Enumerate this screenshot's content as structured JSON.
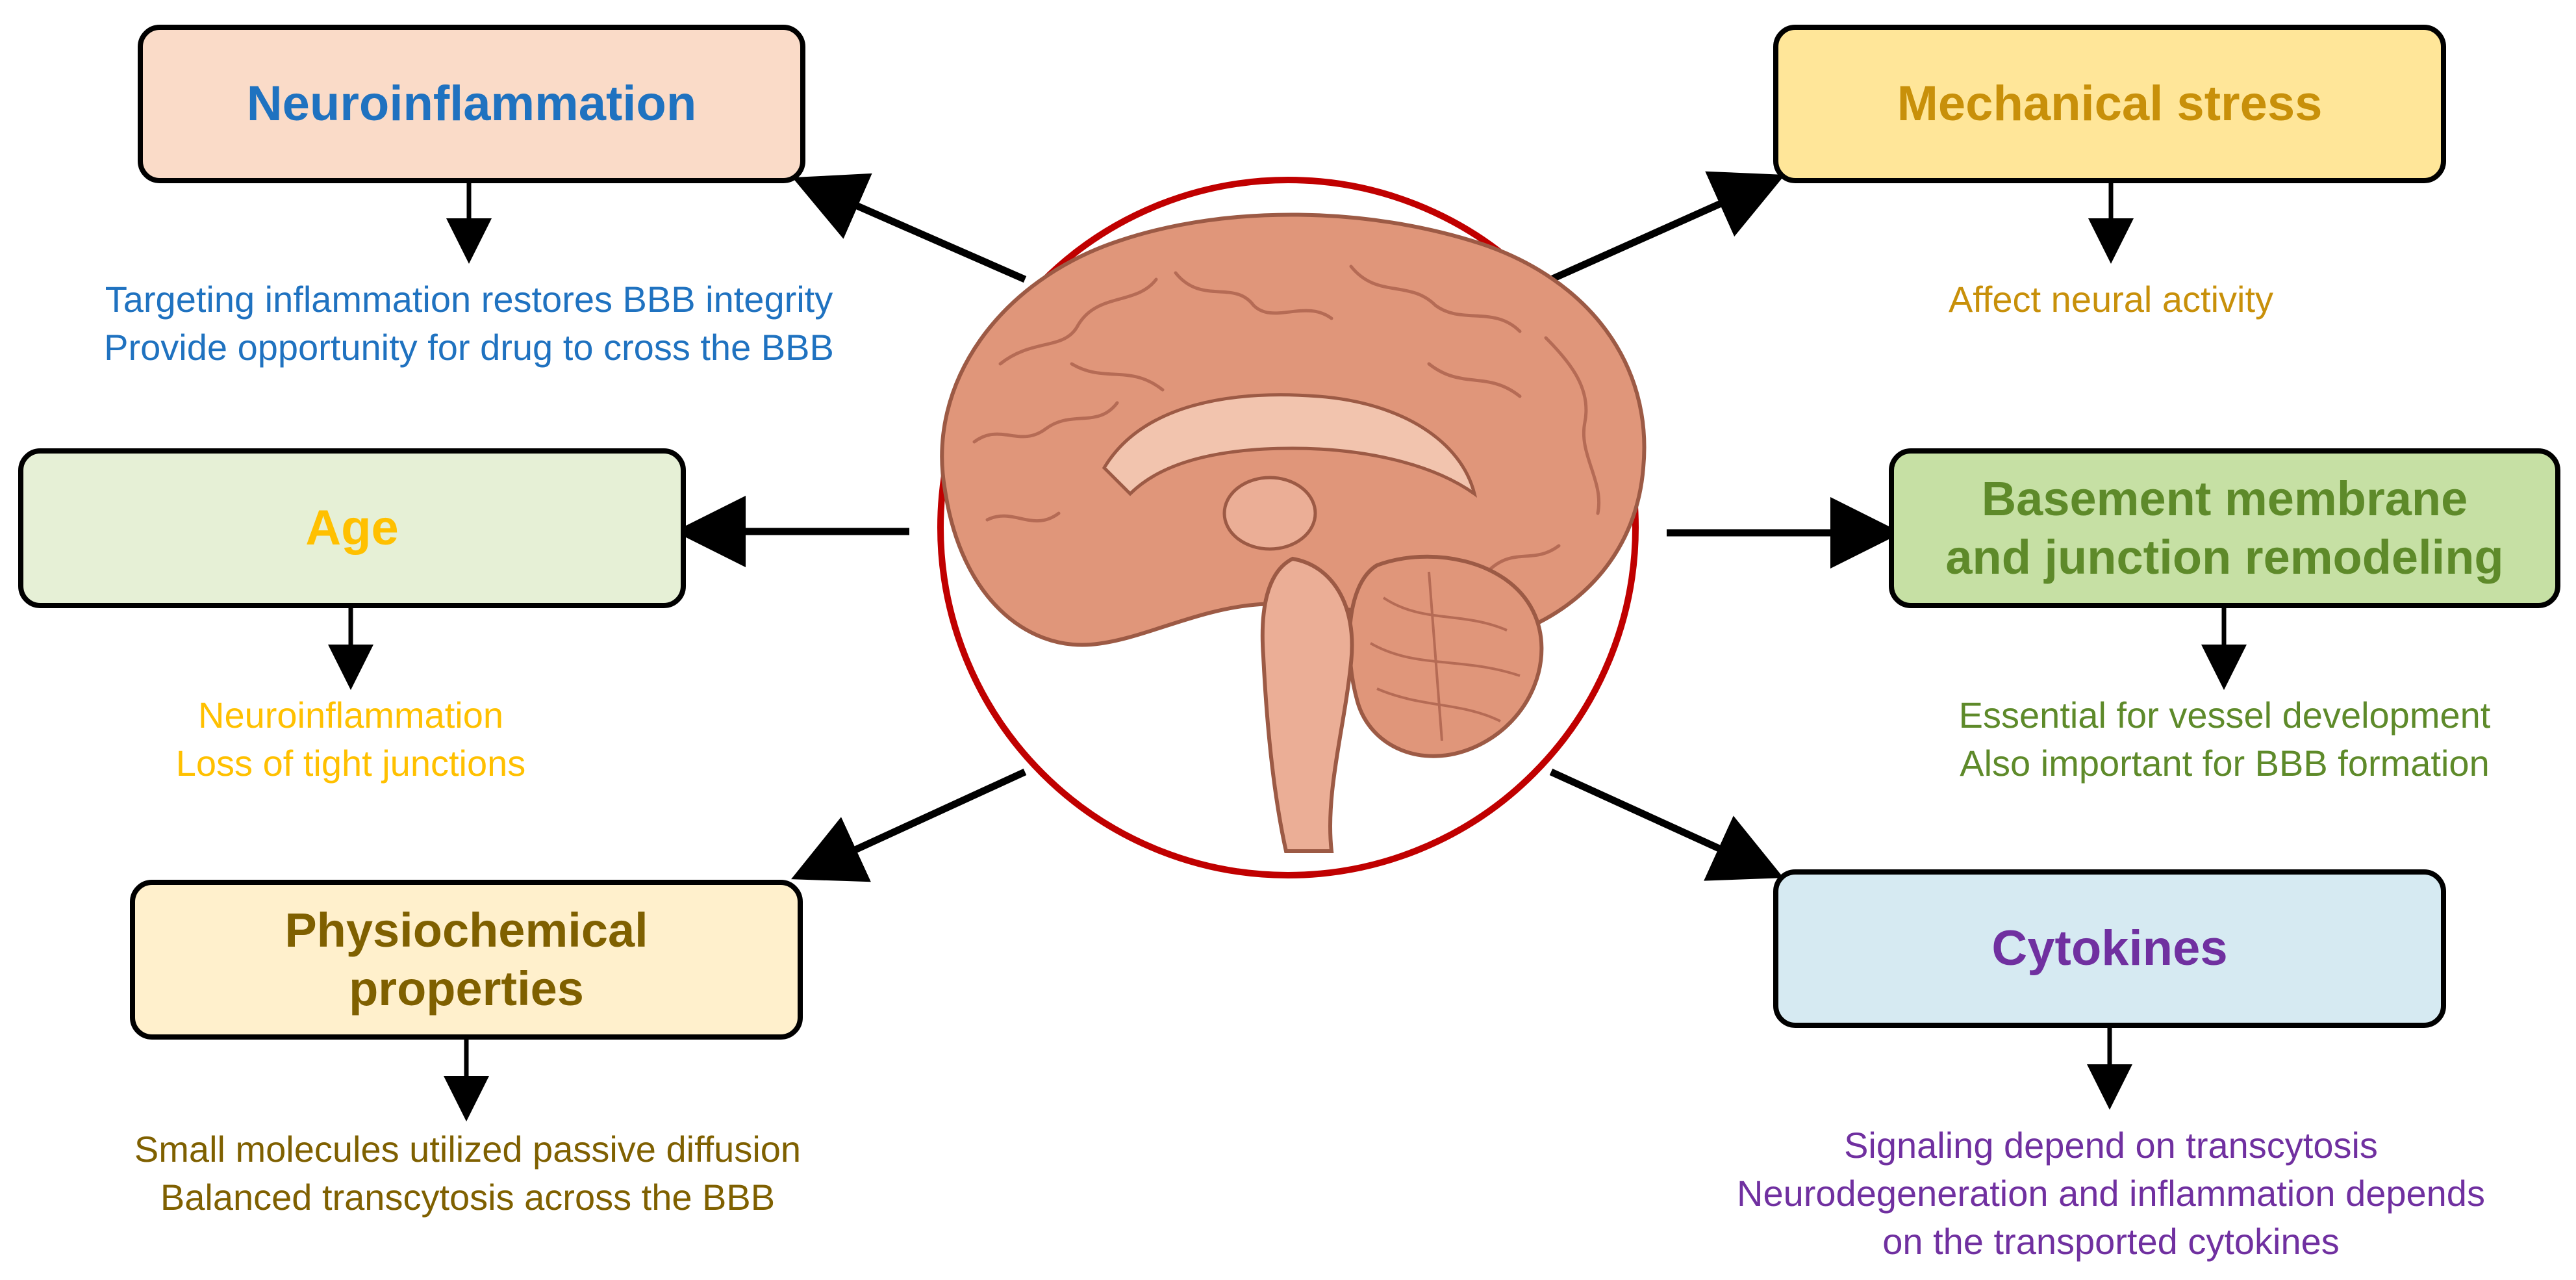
{
  "nodes": [
    {
      "id": "neuroinflammation",
      "title": [
        "Neuroinflammation"
      ],
      "desc": [
        "Targeting inflammation restores BBB integrity",
        "Provide opportunity for drug to cross the BBB"
      ],
      "fill": "#FADBC8",
      "color": "#1F72C0"
    },
    {
      "id": "mechanical-stress",
      "title": [
        "Mechanical stress"
      ],
      "desc": [
        "Affect neural activity"
      ],
      "fill": "#FFE699",
      "color": "#C8900A"
    },
    {
      "id": "age",
      "title": [
        "Age"
      ],
      "desc": [
        "Neuroinflammation",
        "Loss of tight junctions"
      ],
      "fill": "#E6F0D6",
      "color": "#FFC000"
    },
    {
      "id": "basement-membrane",
      "title": [
        "Basement membrane",
        "and junction remodeling"
      ],
      "desc": [
        "Essential for vessel development",
        "Also important for BBB formation"
      ],
      "fill": "#C6E0A4",
      "color": "#5E8A2A"
    },
    {
      "id": "physiochemical",
      "title": [
        "Physiochemical",
        "properties"
      ],
      "desc": [
        "Small molecules utilized passive diffusion",
        "Balanced transcytosis across the BBB"
      ],
      "fill": "#FFF0CC",
      "color": "#7F6000"
    },
    {
      "id": "cytokines",
      "title": [
        "Cytokines"
      ],
      "desc": [
        "Signaling depend on transcytosis",
        "Neurodegeneration and inflammation depends",
        "on the transported cytokines"
      ],
      "fill": "#D6EAF2",
      "color": "#7030A0"
    }
  ],
  "center": {
    "icon": "brain-icon",
    "ring_color": "#C00000",
    "brain_color": "#E0967A"
  }
}
